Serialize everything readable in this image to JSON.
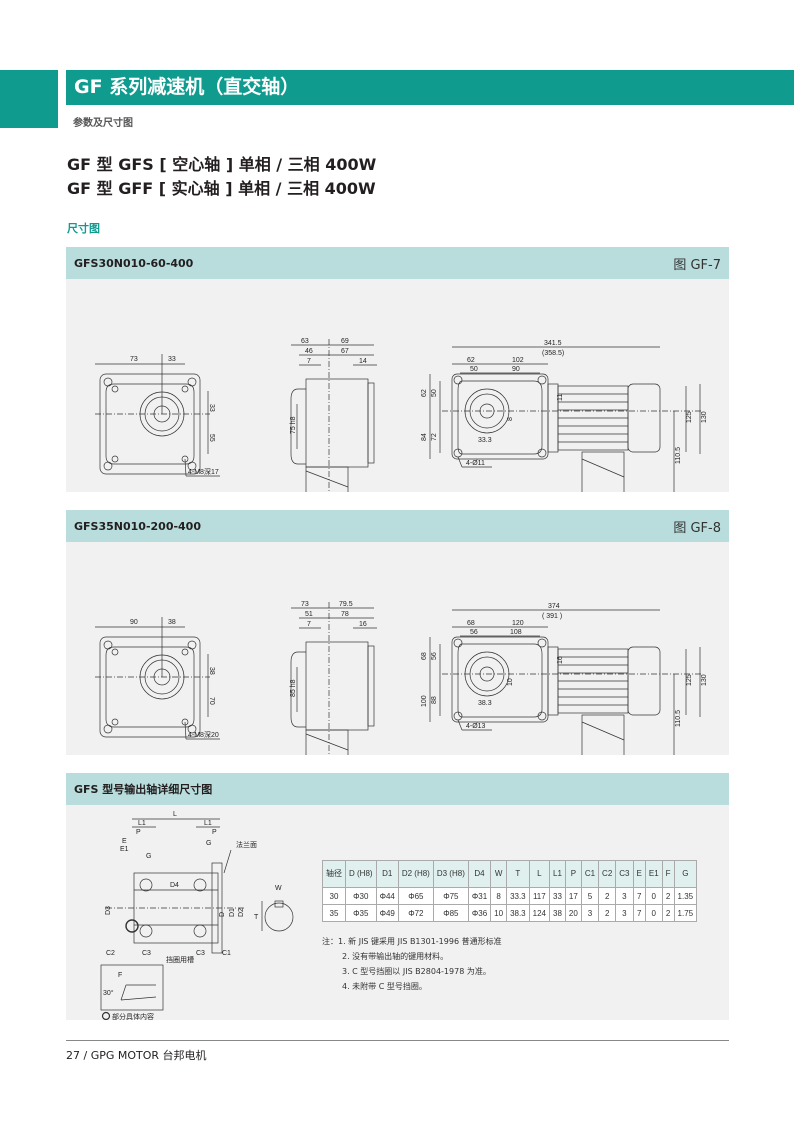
{
  "header": {
    "title": "GF 系列减速机（直交轴）",
    "subtitle": "参数及尺寸图",
    "accent_color": "#0f9c8f"
  },
  "models": {
    "line1": "GF 型 GFS [ 空心轴 ] 单相 / 三相 400W",
    "line2": "GF 型 GFF [ 实心轴 ] 单相 / 三相 400W"
  },
  "section_label": "尺寸图",
  "panels": [
    {
      "code": "GFS30N010-60-400",
      "figure": "图 GF-7",
      "front_view": {
        "h1": "73",
        "h2": "33",
        "v1": "33",
        "v2": "55",
        "note": "4-M8深17"
      },
      "side_view": {
        "top1": "63",
        "top2": "69",
        "mid1": "46",
        "mid2": "67",
        "low1": "7",
        "low2": "14",
        "shaft": "75 h8"
      },
      "motor_view": {
        "total": "341.5",
        "total_alt": "(358.5)",
        "a1": "62",
        "a2": "102",
        "b1": "50",
        "b2": "90",
        "left1": "62",
        "left2": "50",
        "left3": "84",
        "left4": "72",
        "key1": "11",
        "key2": "8",
        "key3": "33.3",
        "r1": "125",
        "r2": "130",
        "r3": "110.5",
        "holes": "4-Ø11"
      }
    },
    {
      "code": "GFS35N010-200-400",
      "figure": "图 GF-8",
      "front_view": {
        "h1": "90",
        "h2": "38",
        "v1": "38",
        "v2": "70",
        "note": "4-M8深20"
      },
      "side_view": {
        "top1": "73",
        "top2": "79.5",
        "mid1": "51",
        "mid2": "78",
        "low1": "7",
        "low2": "16",
        "shaft": "85 h8"
      },
      "motor_view": {
        "total": "374",
        "total_alt": "( 391 )",
        "a1": "68",
        "a2": "120",
        "b1": "56",
        "b2": "108",
        "left1": "68",
        "left2": "56",
        "left3": "100",
        "left4": "88",
        "key1": "16",
        "key2": "10",
        "key3": "38.3",
        "r1": "125",
        "r2": "130",
        "r3": "110.5",
        "holes": "4-Ø13"
      }
    }
  ],
  "shaft_panel": {
    "title": "GFS 型号输出轴详细尺寸图",
    "labels": {
      "L": "L",
      "L1": "L1",
      "P": "P",
      "E": "E",
      "E1": "E1",
      "G": "G",
      "D4": "D4",
      "D3": "D3",
      "D": "D",
      "D1": "D1",
      "D2": "D2",
      "C1": "C1",
      "C2": "C2",
      "C3": "C3",
      "W": "W",
      "T": "T",
      "F": "F",
      "angle": "30°",
      "flange": "法兰面",
      "retainer": "挡圈用槽",
      "detail": "部分具体内容"
    },
    "table": {
      "headers": [
        "轴径",
        "D (H8)",
        "D1",
        "D2 (H8)",
        "D3 (H8)",
        "D4",
        "W",
        "T",
        "L",
        "L1",
        "P",
        "C1",
        "C2",
        "C3",
        "E",
        "E1",
        "F",
        "G"
      ],
      "rows": [
        [
          "30",
          "Φ30",
          "Φ44",
          "Φ65",
          "Φ75",
          "Φ31",
          "8",
          "33.3",
          "117",
          "33",
          "17",
          "5",
          "2",
          "3",
          "7",
          "0",
          "2",
          "1.35"
        ],
        [
          "35",
          "Φ35",
          "Φ49",
          "Φ72",
          "Φ85",
          "Φ36",
          "10",
          "38.3",
          "124",
          "38",
          "20",
          "3",
          "2",
          "3",
          "7",
          "0",
          "2",
          "1.75"
        ]
      ]
    },
    "notes": [
      "注：1. 新 JIS 键采用 JIS B1301-1996 普通形标准",
      "2. 没有带输出轴的键用材料。",
      "3. C 型号挡圈以 JIS B2804-1978 为准。",
      "4. 未附带 C 型号挡圈。"
    ]
  },
  "footer": {
    "text": "27  /  GPG MOTOR 台邦电机"
  }
}
